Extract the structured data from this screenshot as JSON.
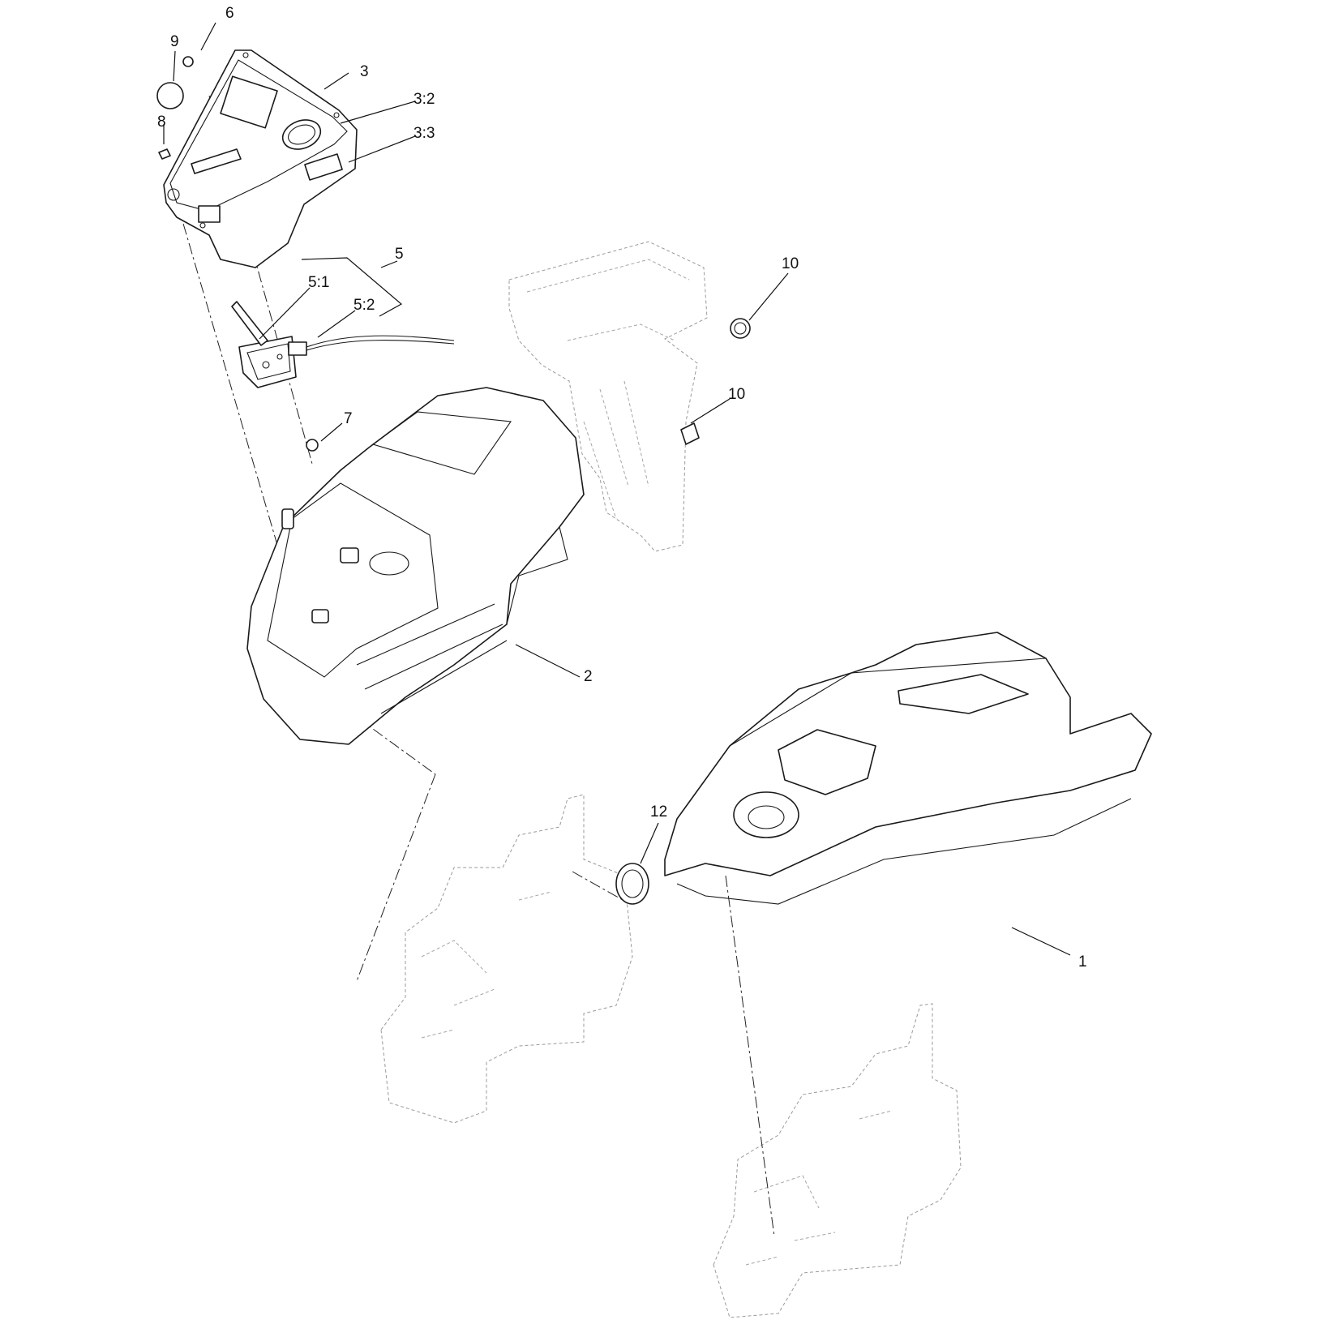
{
  "callouts": {
    "c1": "1",
    "c2": "2",
    "c3": "3",
    "c3_2": "3:2",
    "c3_3": "3:3",
    "c5": "5",
    "c5_1": "5:1",
    "c5_2": "5:2",
    "c6": "6",
    "c7": "7",
    "c8": "8",
    "c9": "9",
    "c10_top": "10",
    "c10_bottom": "10",
    "c12": "12"
  },
  "colors": {
    "line": "#1a1a1a",
    "ghost": "#9a9a9a",
    "background": "#ffffff"
  }
}
